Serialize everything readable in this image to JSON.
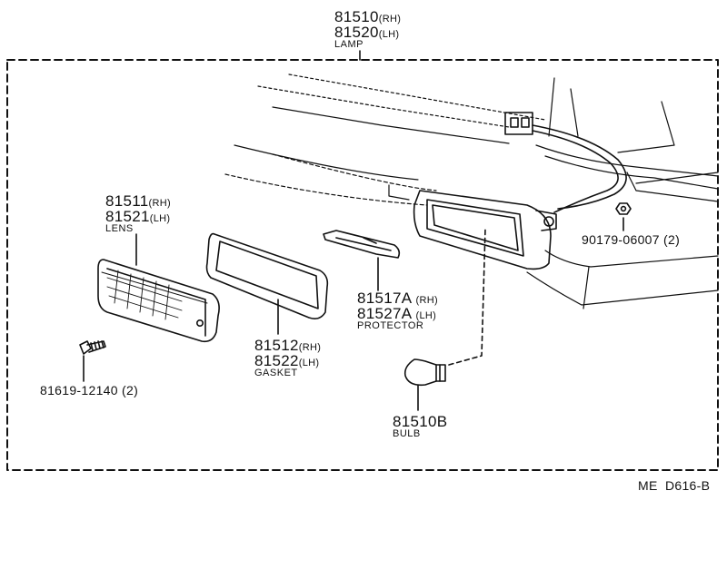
{
  "lamp": {
    "rh": "81510",
    "rh_sfx": "(RH)",
    "lh": "81520",
    "lh_sfx": "(LH)",
    "name": "LAMP"
  },
  "lens": {
    "rh": "81511",
    "rh_sfx": "(RH)",
    "lh": "81521",
    "lh_sfx": "(LH)",
    "name": "LENS"
  },
  "gasket": {
    "rh": "81512",
    "rh_sfx": "(RH)",
    "lh": "81522",
    "lh_sfx": "(LH)",
    "name": "GASKET"
  },
  "protector": {
    "rh": "81517A",
    "rh_sfx": "(RH)",
    "lh": "81527A",
    "lh_sfx": "(LH)",
    "name": "PROTECTOR"
  },
  "bulb": {
    "pn": "81510B",
    "name": "BULB"
  },
  "nut": {
    "pn": "90179-06007",
    "qty": "(2)"
  },
  "screw": {
    "pn": "81619-12140",
    "qty": "(2)"
  },
  "ref_code": "ME  D616-B"
}
